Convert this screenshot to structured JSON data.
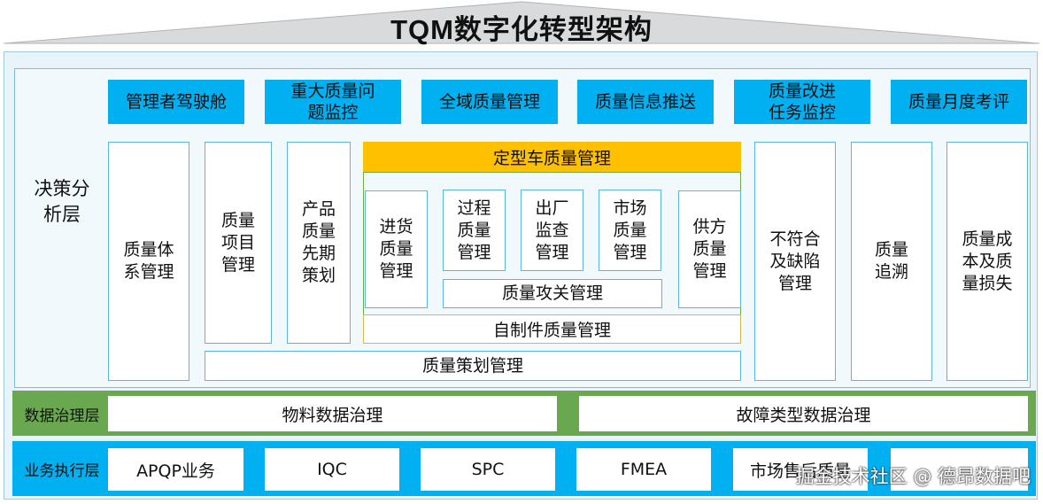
{
  "title": "TQM数字化转型架构",
  "layers": {
    "decision": "决策分析层",
    "data_governance": "数据治理层",
    "execution": "业务执行层"
  },
  "top_modules": [
    "管理者驾驶舱",
    "重大质量问题监控",
    "全域质量管理",
    "质量信息推送",
    "质量改进任务监控",
    "质量月度考评"
  ],
  "left_columns": [
    "质量体系管理",
    "质量项目管理",
    "产品质量先期策划"
  ],
  "finalized_vehicle": {
    "header": "定型车质量管理",
    "items": [
      "进货质量管理",
      "过程质量管理",
      "出厂监查管理",
      "市场质量管理",
      "供方质量管理"
    ],
    "tackle": "质量攻关管理",
    "self_made": "自制件质量管理"
  },
  "planning": "质量策划管理",
  "right_columns": [
    "不符合及缺陷管理",
    "质量追溯",
    "质量成本及质量损失"
  ],
  "data_items": [
    "物料数据治理",
    "故障类型数据治理"
  ],
  "exec_items": [
    "APQP业务",
    "IQC",
    "SPC",
    "FMEA",
    "市场售后质量",
    ""
  ],
  "watermark": "掘金技术社区 @ 德昂数据吧",
  "colors": {
    "accent_blue": "#00b0f0",
    "gold": "#ffc000",
    "green": "#6aa84f",
    "roof": "#d9dadb"
  }
}
